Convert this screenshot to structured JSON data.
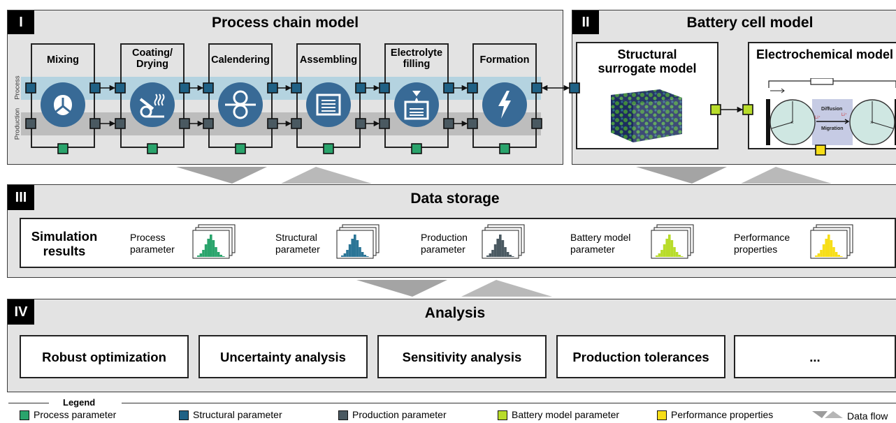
{
  "panels": {
    "process_chain": {
      "num": "I",
      "title": "Process chain model"
    },
    "battery_cell": {
      "num": "II",
      "title": "Battery cell model"
    },
    "data_storage": {
      "num": "III",
      "title": "Data storage"
    },
    "analysis": {
      "num": "IV",
      "title": "Analysis"
    }
  },
  "band_labels": {
    "process": "Process",
    "production": "Production"
  },
  "steps": [
    {
      "label": "Mixing",
      "icon": "mixer-icon"
    },
    {
      "label": "Coating/ Drying",
      "icon": "coating-drying-icon"
    },
    {
      "label": "Calendering",
      "icon": "calender-rollers-icon"
    },
    {
      "label": "Assembling",
      "icon": "stack-icon"
    },
    {
      "label": "Electrolyte filling",
      "icon": "electrolyte-filling-icon"
    },
    {
      "label": "Formation",
      "icon": "lightning-icon"
    }
  ],
  "cell_models": {
    "structural": "Structural surrogate model",
    "electrochemical": "Electrochemical model",
    "diagram_labels": {
      "diffusion": "Diffusion",
      "migration": "Migration",
      "ion_left": "Li⁺",
      "ion_right": "Li⁺",
      "center_mark_left": "×",
      "center_mark_right": "×"
    }
  },
  "data_storage": {
    "results_label": "Simulation results",
    "items": [
      {
        "label": "Process parameter",
        "color": "#2aa46c"
      },
      {
        "label": "Structural parameter",
        "color": "#2b7596"
      },
      {
        "label": "Production parameter",
        "color": "#4a5961"
      },
      {
        "label": "Battery model parameter",
        "color": "#b8dc2a"
      },
      {
        "label": "Performance properties",
        "color": "#f7de18"
      }
    ]
  },
  "analysis": {
    "items": [
      "Robust optimization",
      "Uncertainty analysis",
      "Sensitivity analysis",
      "Production tolerances",
      "..."
    ]
  },
  "legend": {
    "title": "Legend",
    "items": [
      {
        "label": "Process parameter",
        "color": "#2aa46c"
      },
      {
        "label": "Structural parameter",
        "color": "#1f6185"
      },
      {
        "label": "Production parameter",
        "color": "#4a5961"
      },
      {
        "label": "Battery model parameter",
        "color": "#b8dc2a"
      },
      {
        "label": "Performance properties",
        "color": "#f7de18"
      }
    ],
    "data_flow": "Data flow"
  },
  "colors": {
    "process_band": "#b4d3e0",
    "production_band": "#bdbdbd",
    "structural_port": "#1f6185",
    "production_port": "#4a5961",
    "process_port": "#2aa46c",
    "battery_port": "#b8dc2a",
    "performance_port": "#f7de18",
    "icon_circle": "#386a96",
    "flow_arrow": "#b3b3b3"
  }
}
